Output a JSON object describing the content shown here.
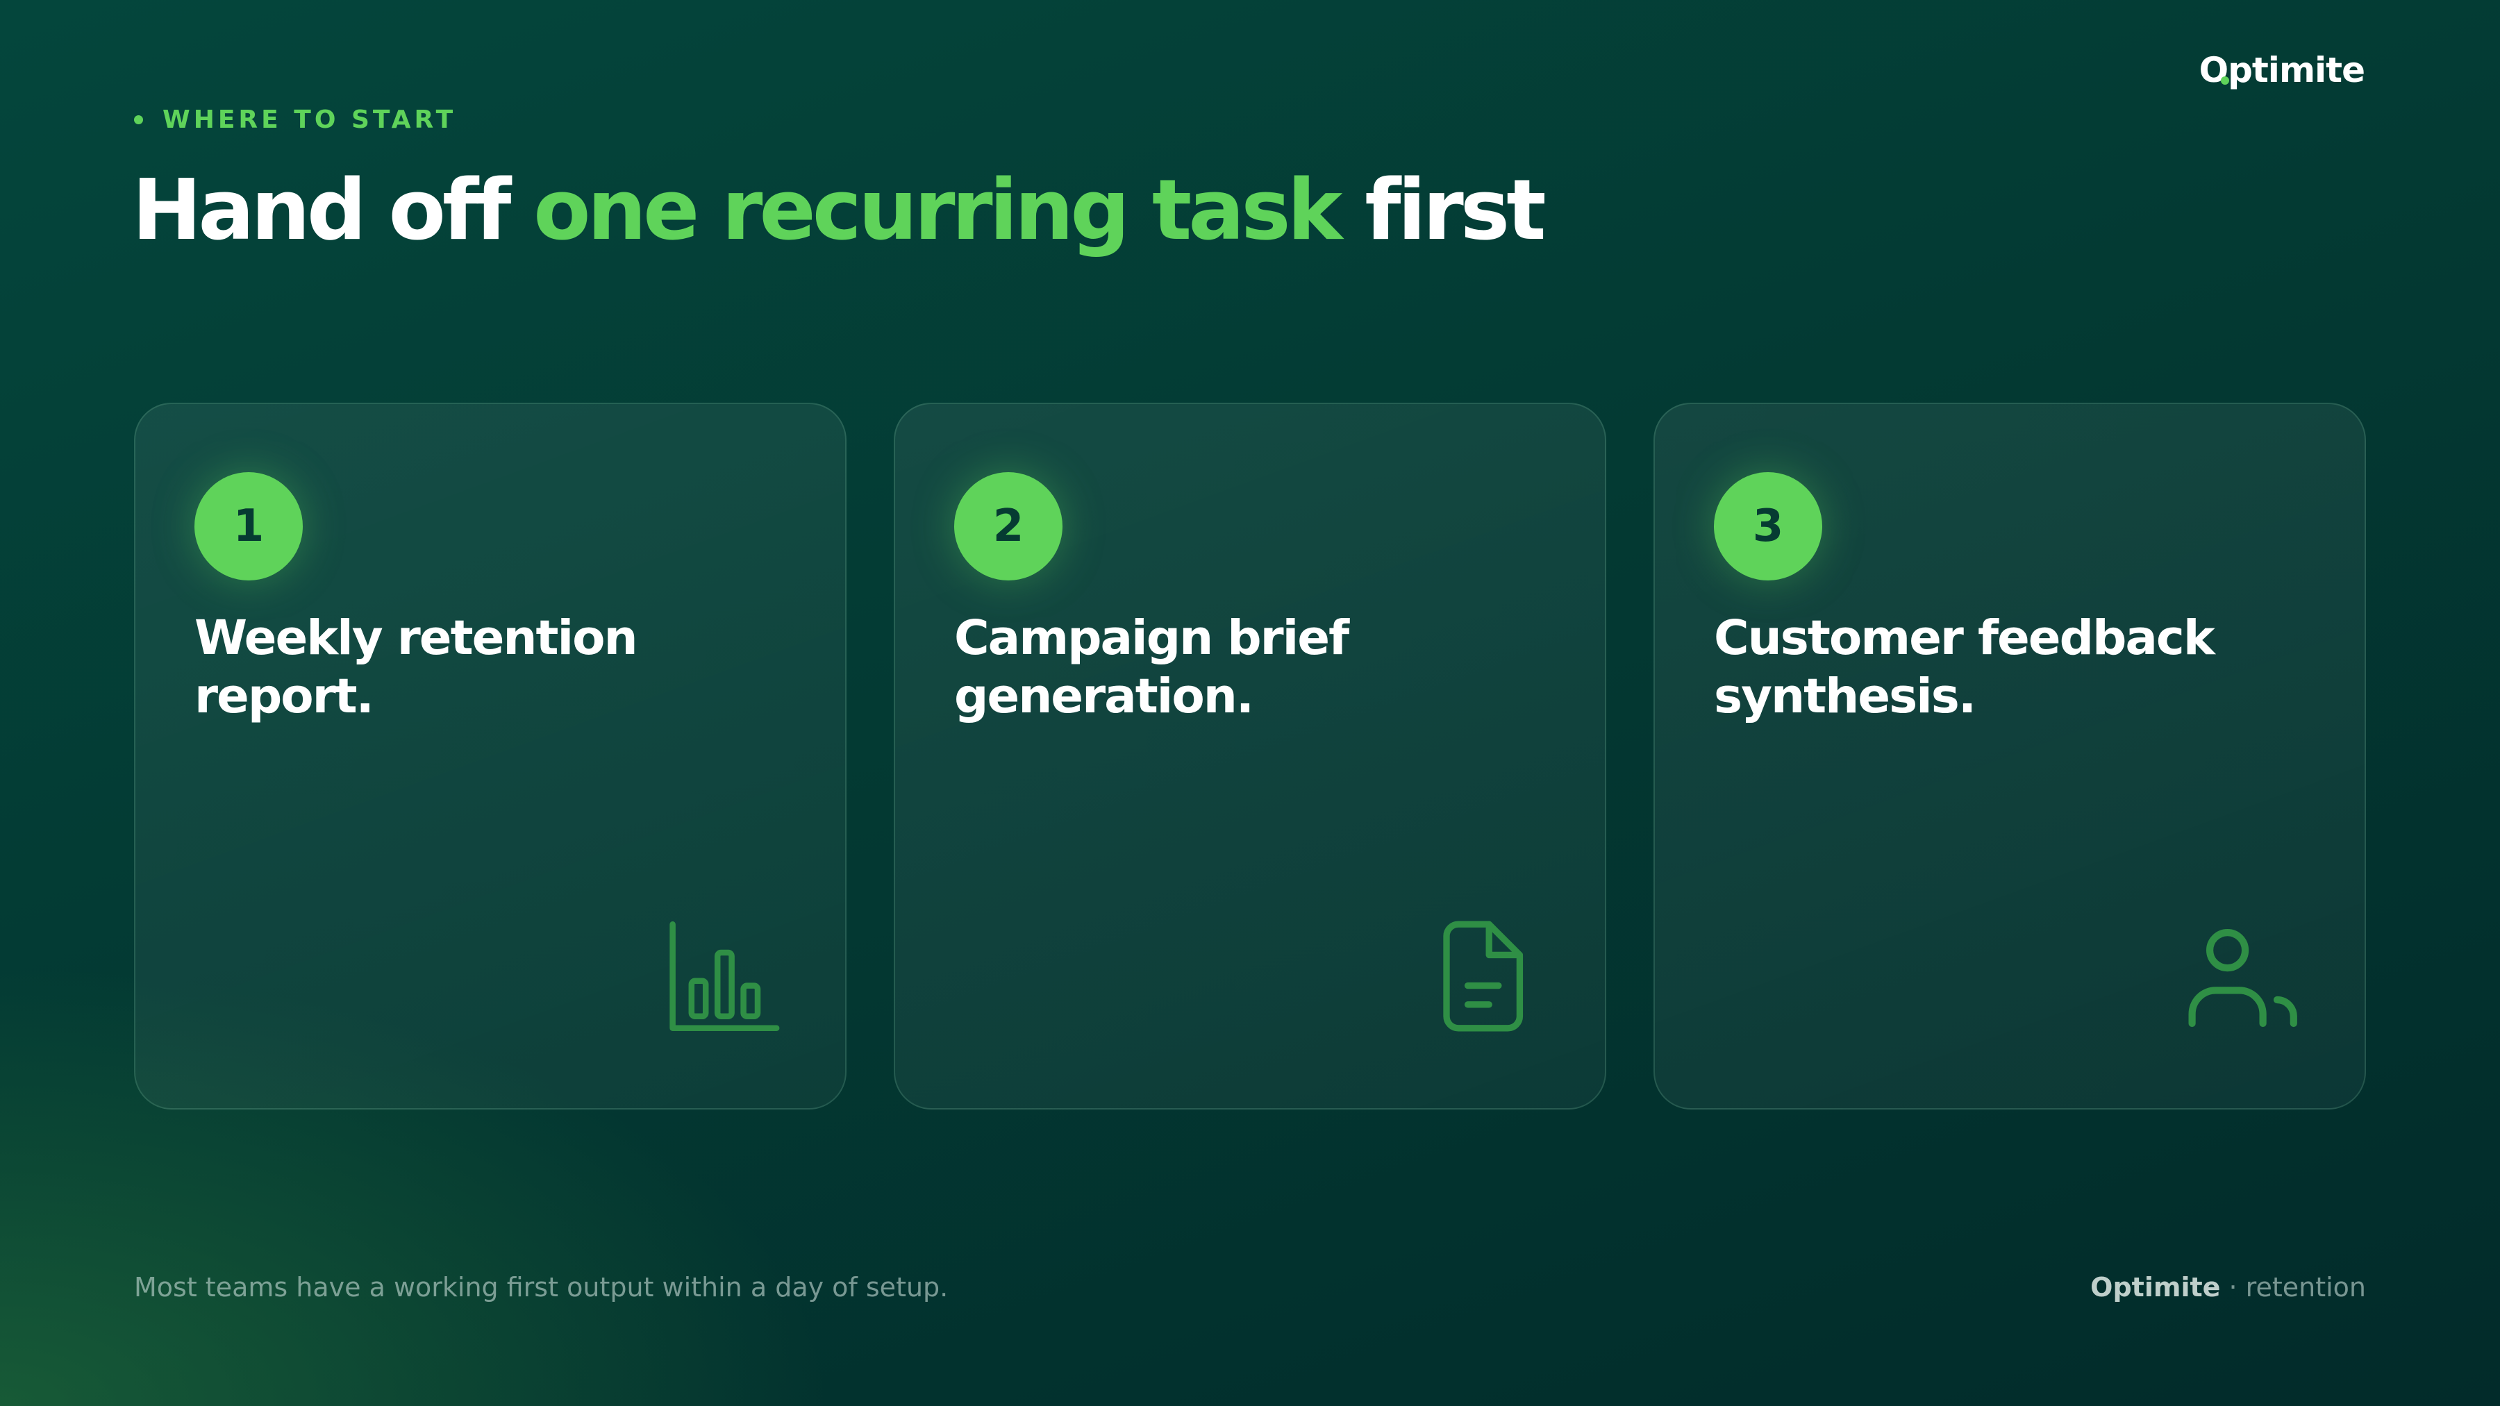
{
  "brand": {
    "logo_text_o": "O",
    "logo_text_rest": "ptimite",
    "accent_color": "#5fd35a"
  },
  "header": {
    "eyebrow": "WHERE TO START",
    "headline_part1": "Hand off ",
    "headline_highlight": "one recurring task",
    "headline_part2": " first"
  },
  "cards": [
    {
      "number": "1",
      "title": "Weekly retention report.",
      "icon": "bar-chart-icon"
    },
    {
      "number": "2",
      "title": "Campaign brief generation.",
      "icon": "document-icon"
    },
    {
      "number": "3",
      "title": "Customer feedback synthesis.",
      "icon": "user-icon"
    }
  ],
  "footer": {
    "note": "Most teams have a working first output within a day of setup.",
    "brand_name": "Optimite",
    "separator": " · ",
    "brand_context": "retention"
  }
}
